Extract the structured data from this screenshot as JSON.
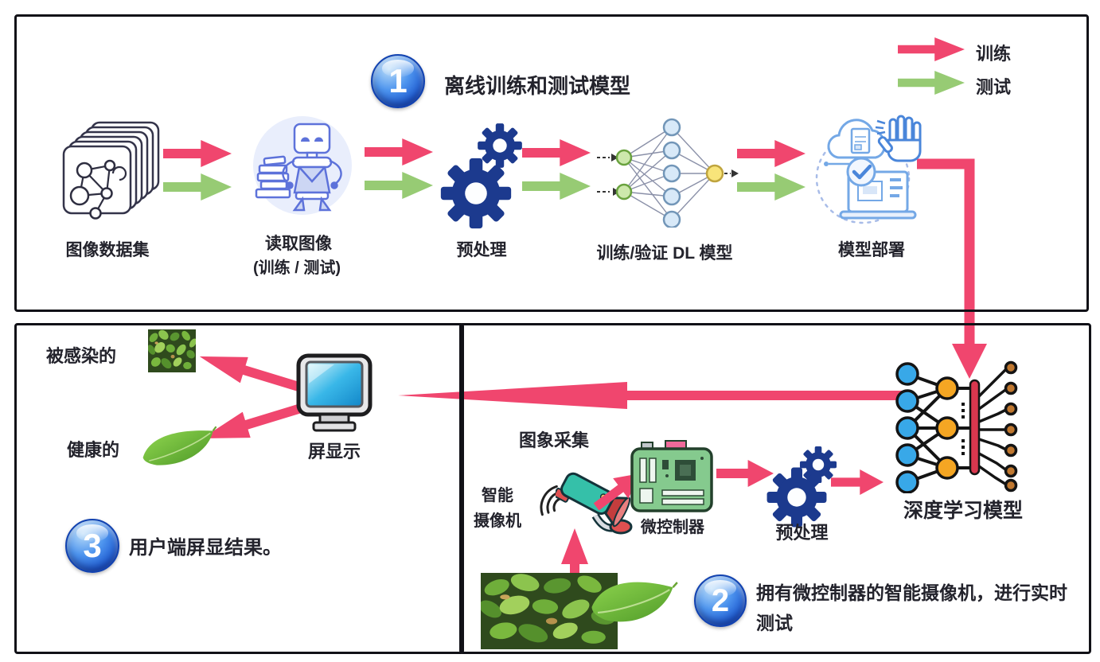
{
  "legend": {
    "train_label": "训练",
    "test_label": "测试"
  },
  "colors": {
    "train_arrow": "#f0466e",
    "test_arrow": "#97cb74",
    "badge_blue": "#1a55cf",
    "gear_blue": "#1c3a8e",
    "border_black": "#111117",
    "camera_teal": "#35c0a9",
    "board_green": "#85ca8e",
    "dl_red_bar": "#d9374e",
    "dl_blue_node": "#38a8e8",
    "dl_orange_node": "#f5a623"
  },
  "section1": {
    "badge": "1",
    "title": "离线训练和测试模型",
    "dataset_label": "图像数据集",
    "read_label": "读取图像",
    "read_sublabel": "(训练 / 测试)",
    "preprocess_label": "预处理",
    "train_validate_label": "训练/验证 DL 模型",
    "deploy_label": "模型部署"
  },
  "section2": {
    "badge": "2",
    "caption_line1": "拥有微控制器的智能摄像机，进行实时",
    "caption_line2": "测试",
    "acquisition_label": "图象采集",
    "camera_label_line1": "智能",
    "camera_label_line2": "摄像机",
    "mcu_label": "微控制器",
    "preprocess_label": "预处理",
    "dl_model_label": "深度学习模型"
  },
  "section3": {
    "badge": "3",
    "caption": "用户端屏显结果。",
    "infected_label": "被感染的",
    "healthy_label": "健康的",
    "display_label": "屏显示"
  }
}
